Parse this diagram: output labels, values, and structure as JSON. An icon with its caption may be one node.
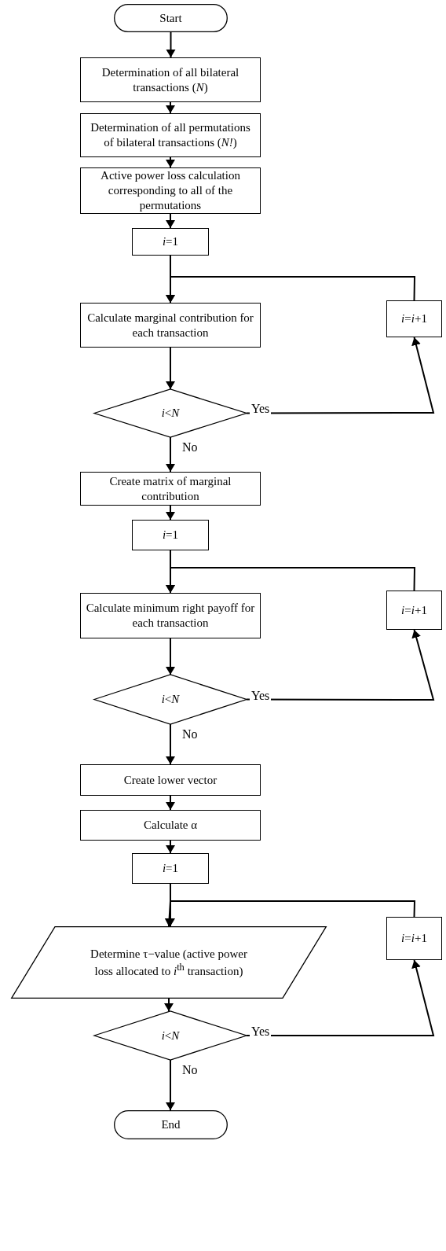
{
  "diagram": {
    "nodes": [
      {
        "text": [
          "Start"
        ]
      },
      {
        "text": [
          "Determination of all bilateral transactions (*N*)"
        ]
      },
      {
        "text": [
          "Determination of all permutations of bilateral transactions (*N!*)"
        ]
      },
      {
        "text": [
          "Active power loss calculation corresponding to all of the permutations"
        ]
      },
      {
        "text": [
          "*i*=1"
        ]
      },
      {
        "text": [
          "Calculate marginal contribution for each transaction"
        ]
      },
      {
        "text": [
          "*i*<*N*"
        ]
      },
      {
        "text": [
          "*i*=*i*+1"
        ]
      },
      {
        "text": [
          "Create matrix of marginal contribution"
        ]
      },
      {
        "text": [
          "*i*=1"
        ]
      },
      {
        "text": [
          "Calculate minimum right payoff for each transaction"
        ]
      },
      {
        "text": [
          "*i*<*N*"
        ]
      },
      {
        "text": [
          "*i*=*i*+1"
        ]
      },
      {
        "text": [
          "Create lower vector"
        ]
      },
      {
        "text": [
          "Calculate α"
        ]
      },
      {
        "text": [
          "*i*=1"
        ]
      },
      {
        "text": [
          "Determine τ−value (active power loss allocated to *i*$^{th}$ transaction)"
        ]
      },
      {
        "text": [
          "*i*=*i*+1"
        ]
      },
      {
        "text": [
          "*i*<*N*"
        ]
      },
      {
        "text": [
          "End"
        ]
      }
    ],
    "edges": [
      {
        "from": 0,
        "to": 1,
        "arrow": "to"
      },
      {
        "from": 1,
        "to": 2,
        "arrow": "to"
      },
      {
        "from": 2,
        "to": 3,
        "arrow": "to"
      },
      {
        "from": 3,
        "to": 4,
        "arrow": "to"
      },
      {
        "from": 4,
        "to": 5,
        "arrow": "to"
      },
      {
        "from": 7,
        "to": 5,
        "arrow": "to"
      },
      {
        "from": 5,
        "to": 6,
        "arrow": "to"
      },
      {
        "from": 6,
        "to": 7,
        "arrow": "to",
        "label": "Yes"
      },
      {
        "from": 6,
        "to": 8,
        "arrow": "to",
        "label": "No"
      },
      {
        "from": 8,
        "to": 9,
        "arrow": "to"
      },
      {
        "from": 9,
        "to": 10,
        "arrow": "to"
      },
      {
        "from": 12,
        "to": 10,
        "arrow": "to"
      },
      {
        "from": 10,
        "to": 11,
        "arrow": "to"
      },
      {
        "from": 11,
        "to": 12,
        "arrow": "to",
        "label": "Yes"
      },
      {
        "from": 11,
        "to": 13,
        "arrow": "to",
        "label": "No"
      },
      {
        "from": 13,
        "to": 14,
        "arrow": "to"
      },
      {
        "from": 14,
        "to": 15,
        "arrow": "to"
      },
      {
        "from": 15,
        "to": 16,
        "arrow": "to"
      },
      {
        "from": 17,
        "to": 16,
        "arrow": "to"
      },
      {
        "from": 16,
        "to": 18,
        "arrow": "to"
      },
      {
        "from": 18,
        "to": 17,
        "arrow": "to",
        "label": "Yes"
      },
      {
        "from": 18,
        "to": 19,
        "arrow": "to",
        "label": "No"
      }
    ]
  }
}
